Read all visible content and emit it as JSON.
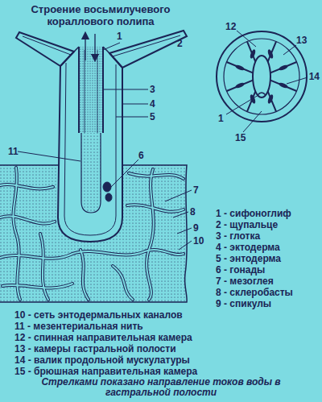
{
  "diagram": {
    "title": "Строение восьмилучевого кораллового полипа",
    "caption": "Стрелками показано направление токов воды в гастральной полости",
    "labels": [
      "1",
      "2",
      "12",
      "13",
      "3",
      "4",
      "5",
      "14",
      "11",
      "1",
      "15",
      "6",
      "7",
      "8",
      "9",
      "10",
      "1 - сифоноглиф",
      "2 - щупальце",
      "3 - глотка",
      "4 - эктодерма",
      "5 - энтодерма",
      "6 - гонады",
      "7 - мезоглея",
      "8 - склеробасты",
      "9 - спикулы",
      "10 - сеть энтодермальных каналов",
      "11 - мезентериальная нить",
      "12 - спинная направительная камера",
      "13 - камеры гастральной полости",
      "14 - валик продольной мускулатуры",
      "15 - брюшная направительная камера"
    ]
  }
}
